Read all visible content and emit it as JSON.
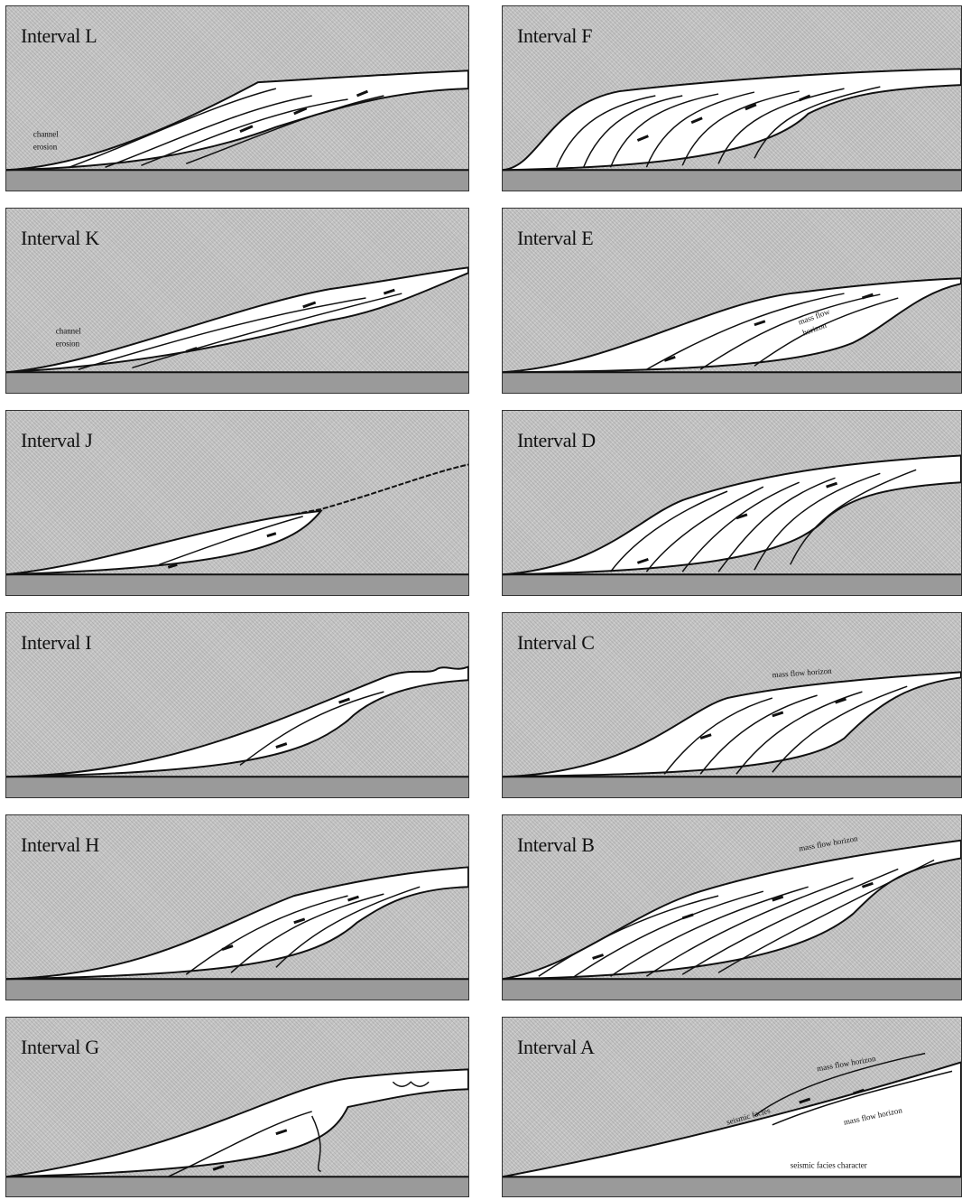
{
  "panels": [
    {
      "id": "L",
      "title": "Interval L",
      "labels": [
        "channel",
        "erosion"
      ]
    },
    {
      "id": "F",
      "title": "Interval F",
      "labels": []
    },
    {
      "id": "K",
      "title": "Interval K",
      "labels": [
        "channel",
        "erosion"
      ]
    },
    {
      "id": "E",
      "title": "Interval E",
      "labels": [
        "mass flow",
        "horizon"
      ]
    },
    {
      "id": "J",
      "title": "Interval J",
      "labels": []
    },
    {
      "id": "D",
      "title": "Interval D",
      "labels": []
    },
    {
      "id": "I",
      "title": "Interval I",
      "labels": []
    },
    {
      "id": "C",
      "title": "Interval C",
      "labels": [
        "mass flow horizon"
      ]
    },
    {
      "id": "H",
      "title": "Interval H",
      "labels": []
    },
    {
      "id": "B",
      "title": "Interval B",
      "labels": [
        "mass flow horizon"
      ]
    },
    {
      "id": "G",
      "title": "Interval G",
      "labels": []
    },
    {
      "id": "A",
      "title": "Interval A",
      "labels": [
        "mass flow horizon",
        "mass flow horizon",
        "seismic facies",
        "seismic facies character"
      ]
    }
  ],
  "colors": {
    "background": "#c4c4c4",
    "sediment": "#ffffff",
    "line": "#111111",
    "basement": "#9a9a9a"
  }
}
